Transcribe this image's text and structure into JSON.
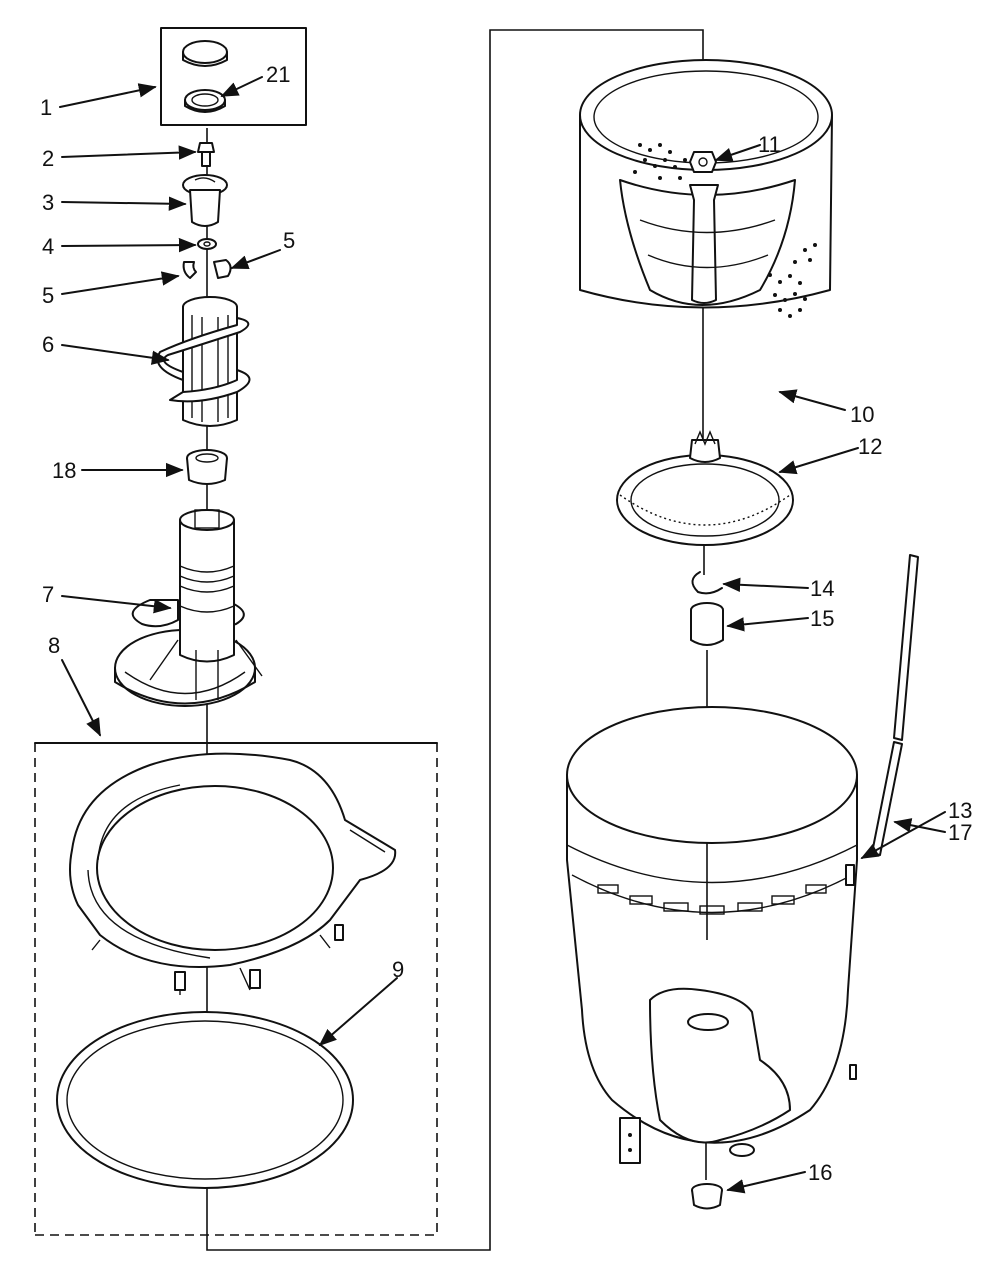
{
  "labels": {
    "p1": "1",
    "p2": "2",
    "p3": "3",
    "p4": "4",
    "p5a": "5",
    "p5b": "5",
    "p6": "6",
    "p7": "7",
    "p8": "8",
    "p9": "9",
    "p10": "10",
    "p11": "11",
    "p12": "12",
    "p13": "13",
    "p14": "14",
    "p15": "15",
    "p16": "16",
    "p17": "17",
    "p18": "18",
    "p21": "21"
  }
}
